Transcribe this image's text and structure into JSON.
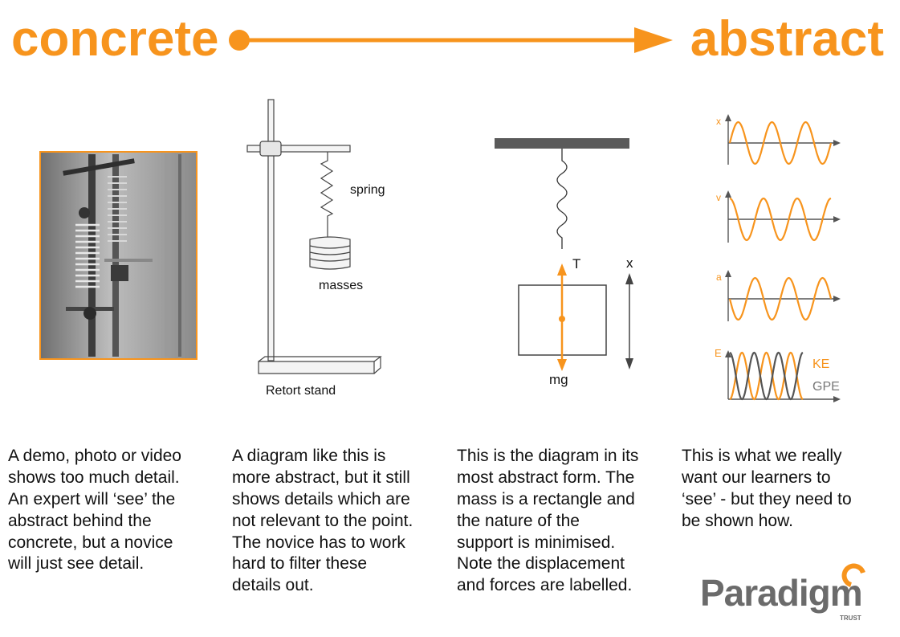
{
  "header": {
    "left": "concrete",
    "right": "abstract"
  },
  "colors": {
    "accent": "#F7941D",
    "dark": "#4d4d4d",
    "text": "#111111"
  },
  "panel_photo": {
    "icon": "retort-stand-photo"
  },
  "panel_stand": {
    "spring": "spring",
    "masses": "masses",
    "stand": "Retort stand"
  },
  "panel_abstract": {
    "tension": "T",
    "weight": "mg",
    "displacement": "x"
  },
  "panel_graphs": {
    "x": "x",
    "v": "v",
    "a": "a",
    "E": "E",
    "ke": "KE",
    "gpe": "GPE"
  },
  "descriptions": [
    "A demo, photo or video\nshows too much detail.\nAn expert will ‘see’ the\nabstract behind the\nconcrete, but a novice\nwill just see detail.",
    "A diagram like this is\nmore abstract, but it still\nshows details which are\nnot relevant to the point.\nThe novice has to work\nhard to filter these\ndetails out.",
    "This is the diagram in its\nmost abstract form. The\nmass is a rectangle and\nthe nature of the\nsupport is minimised.\nNote the displacement\nand forces are labelled.",
    "This is what we really\nwant our learners to\n‘see’ - but they need to\nbe shown how."
  ],
  "logo": {
    "name": "Paradigm",
    "sub": "TRUST"
  }
}
